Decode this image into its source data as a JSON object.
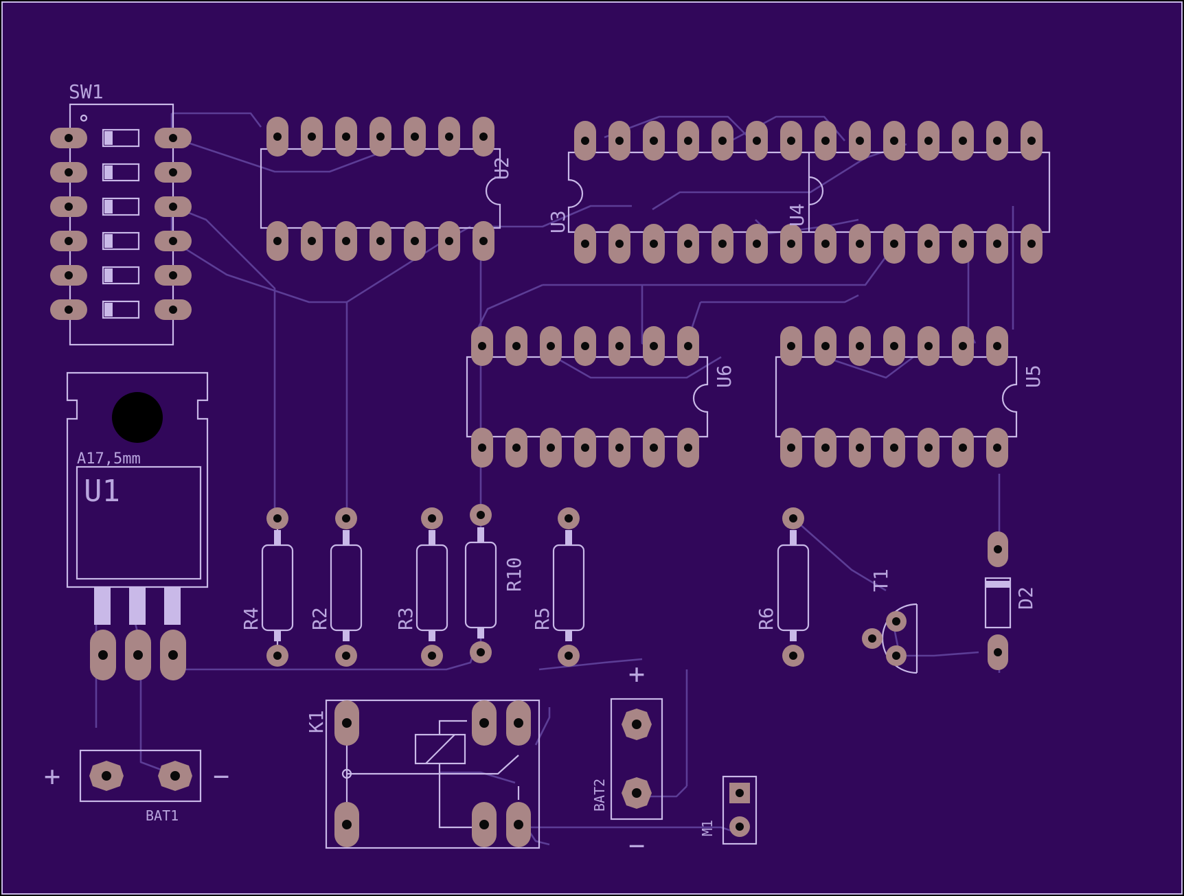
{
  "board": {
    "background": "#31075a",
    "copper_color": "#a98686",
    "silk_color": "#c9b9e8",
    "trace_color": "#5c3d96"
  },
  "labels": {
    "sw1": "SW1",
    "u1": "U1",
    "u1_sub": "A17,5mm",
    "u2": "U2",
    "u3": "U3",
    "u4": "U4",
    "u5": "U5",
    "u6": "U6",
    "r2": "R2",
    "r3": "R3",
    "r4": "R4",
    "r5": "R5",
    "r6": "R6",
    "r10": "R10",
    "t1": "T1",
    "d2": "D2",
    "k1": "K1",
    "bat1": "BAT1",
    "bat2": "BAT2",
    "m1": "M1",
    "plus": "+",
    "minus": "−"
  }
}
